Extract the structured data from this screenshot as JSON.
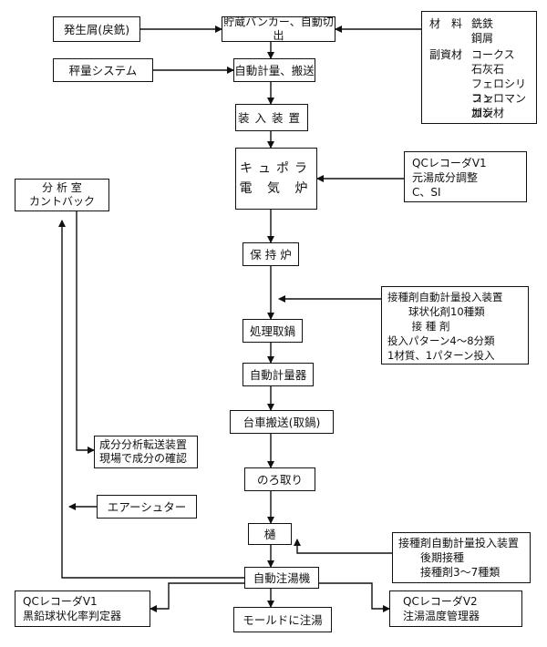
{
  "nodes": {
    "scrap": "発生屑(戻銑)",
    "hopper": "貯蔵バンカー、自動切出",
    "scale_system": "秤量システム",
    "auto_weigh": "自動計量、搬送",
    "charging": "装入装置",
    "furnace": "キュポラ\n電 気 炉",
    "holding": "保 持 炉",
    "ladle": "処理取鍋",
    "weigher": "自動計量器",
    "cart": "台車搬送(取鍋)",
    "slag": "のろ取り",
    "trough": "樋",
    "pouring": "自動注湯機",
    "mold": "モールドに注湯",
    "lab": "分 析 室\nカントバック",
    "transfer": "成分分析転送装置\n現場で成分の確認",
    "air_shooter": "エアーシュター",
    "qc_v1_top": "QCレコーダV1\n元湯成分調整\nC、SI",
    "inoculant_1": "接種剤自動計量投入装置\n　　球状化剤10種類\n　　 接 種 剤\n投入パターン4～8分類\n1材質、1パターン投入",
    "inoculant_2": "接種剤自動計量投入装置\n　　後期接種\n　　接種剤3～7種類",
    "qc_v1_bottom": "QCレコーダV1\n黒鉛球状化率判定器",
    "qc_v2": "QCレコーダV2\n注湯温度管理器"
  },
  "materials": {
    "main_label": "材　料",
    "main_items": [
      "銑鉄",
      "鋼屑"
    ],
    "sub_label": "副資材",
    "sub_items": [
      "コークス",
      "石灰石",
      "フェロシリコン",
      "フェロマンガン",
      "加炭材"
    ]
  }
}
